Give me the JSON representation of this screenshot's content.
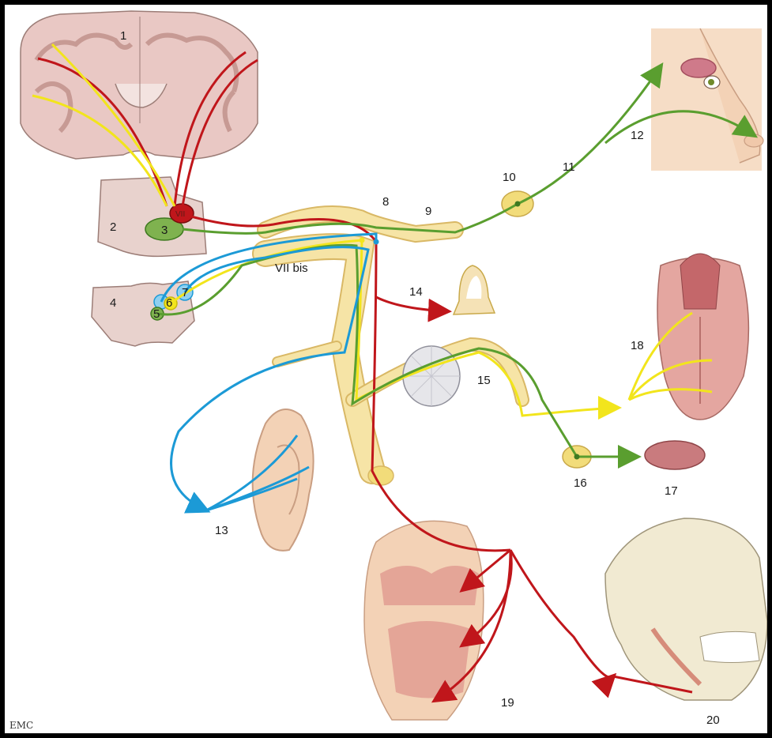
{
  "figure": {
    "labels": {
      "n1": "1",
      "n2": "2",
      "n3": "3",
      "n4": "4",
      "n5": "5",
      "n6": "6",
      "n7": "7",
      "n8": "8",
      "n9": "9",
      "n10": "10",
      "n11": "11",
      "n12": "12",
      "n13": "13",
      "n14": "14",
      "n15": "15",
      "n16": "16",
      "n17": "17",
      "n18": "18",
      "n19": "19",
      "n20": "20",
      "vii": "VII",
      "vii_bis": "VII bis"
    },
    "logo": "EMC",
    "colors": {
      "motor": "#c0161b",
      "sensory_taste": "#f2e51c",
      "parasympathetic": "#5a9e2f",
      "general_sensory": "#1c9ad6",
      "nerve_sheath": "#f6e4a6",
      "nerve_sheath_edge": "#d9b865",
      "brainstem": "#e8d2cd",
      "brainstem_edge": "#9c7d77",
      "ganglion": "#f2dc7a",
      "tissue": "#e4a6a0"
    }
  }
}
